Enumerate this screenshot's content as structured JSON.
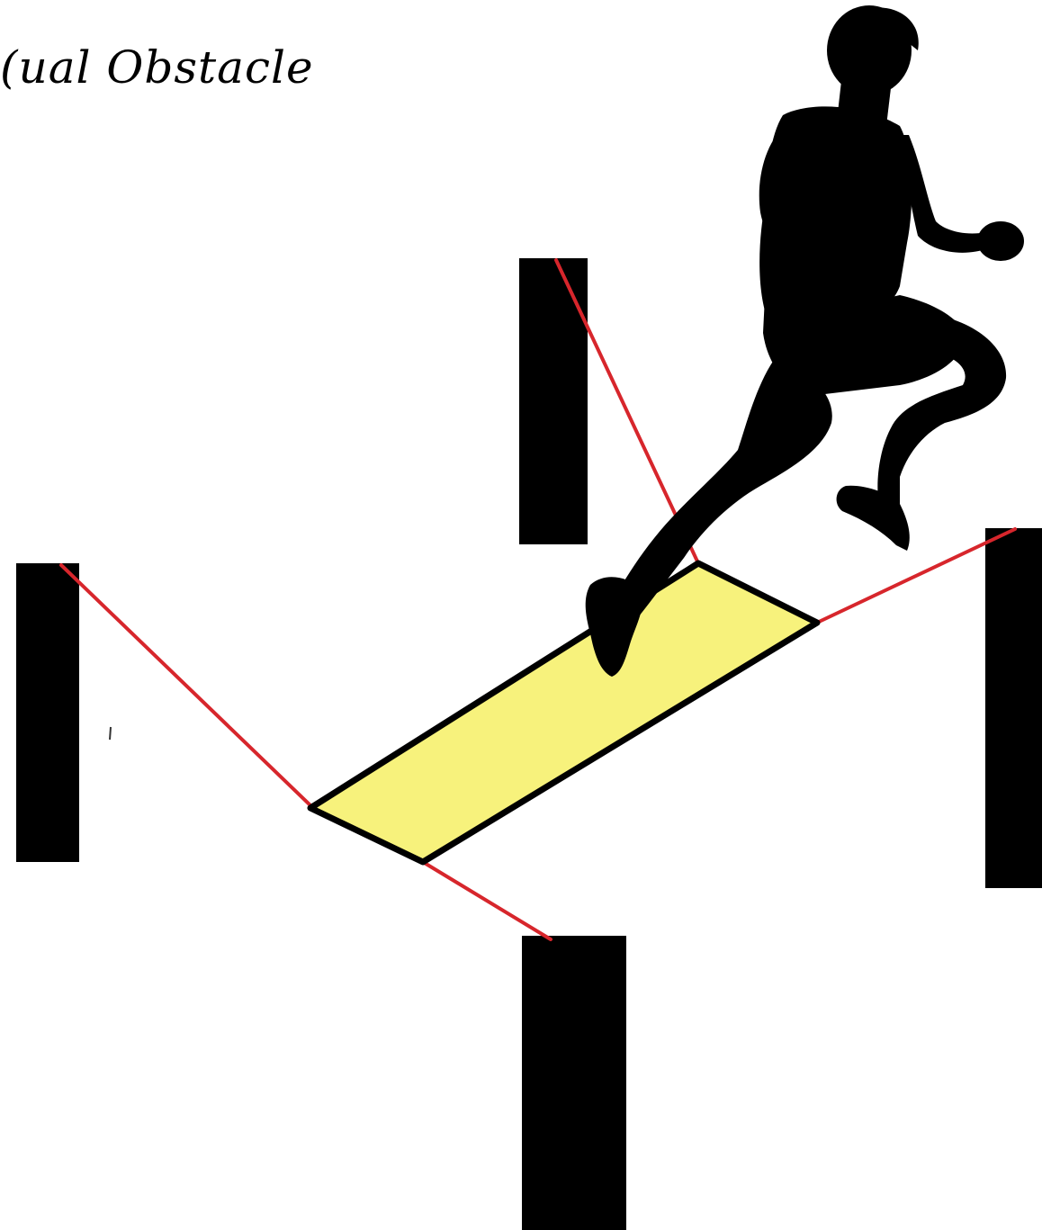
{
  "diagram": {
    "title": "(ual Obstacle",
    "colors": {
      "background": "#ffffff",
      "post": "#000000",
      "rope": "#d7262c",
      "plank_fill": "#f7f27c",
      "plank_outline": "#000000",
      "silhouette": "#000000"
    },
    "elements": {
      "posts": [
        "post-left",
        "post-back",
        "post-right",
        "post-front"
      ],
      "ropes": [
        "rope-left",
        "rope-back",
        "rope-right",
        "rope-front"
      ],
      "plank": "balance-plank",
      "figure": "runner-silhouette"
    }
  }
}
